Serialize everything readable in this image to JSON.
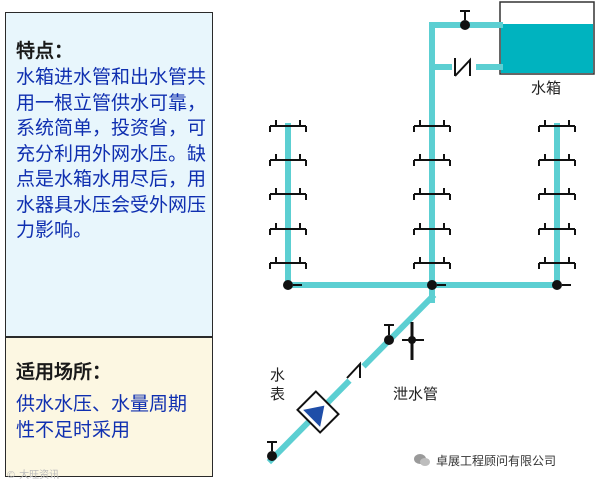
{
  "features": {
    "heading": "特点：",
    "body": "水箱进水管和出水管共用一根立管供水可靠，系统简单，投资省，可充分利用外网水压。缺点是水箱水用尽后，用水器具水压会受外网压力影响。"
  },
  "usage": {
    "heading": "适用场所：",
    "body": "供水水压、水量周期性不足时采用"
  },
  "diagram": {
    "tank_label": "水箱",
    "meter_label": "水表",
    "drain_label": "泄水管",
    "pipe_color": "#5ccfd2",
    "water_color": "#00b3bf"
  },
  "watermark": {
    "left": "© 大旺资讯",
    "company": "卓展工程顾问有限公司"
  }
}
